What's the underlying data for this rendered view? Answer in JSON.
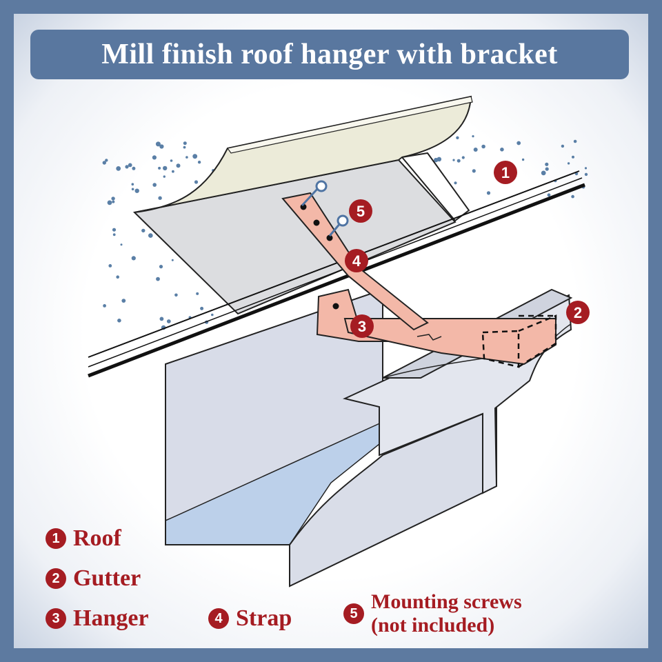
{
  "title": "Mill finish roof hanger with bracket",
  "callouts": [
    {
      "number": "1"
    },
    {
      "number": "2"
    },
    {
      "number": "3"
    },
    {
      "number": "4"
    },
    {
      "number": "5"
    }
  ],
  "legend": [
    {
      "number": "1",
      "label": "Roof"
    },
    {
      "number": "2",
      "label": "Gutter"
    },
    {
      "number": "3",
      "label": "Hanger"
    },
    {
      "number": "4",
      "label": "Strap"
    },
    {
      "number": "5",
      "label_line1": "Mounting screws",
      "label_line2": "(not included)"
    }
  ],
  "colors": {
    "frame": "#5d7aa0",
    "title_bar": "#59779f",
    "badge": "#a51c22",
    "hanger": "#f3b8a8",
    "gutter": "#d9dde8",
    "water": "#bcd0ea",
    "flashing": "#ecebd9",
    "dots": "#5a7fa6"
  }
}
